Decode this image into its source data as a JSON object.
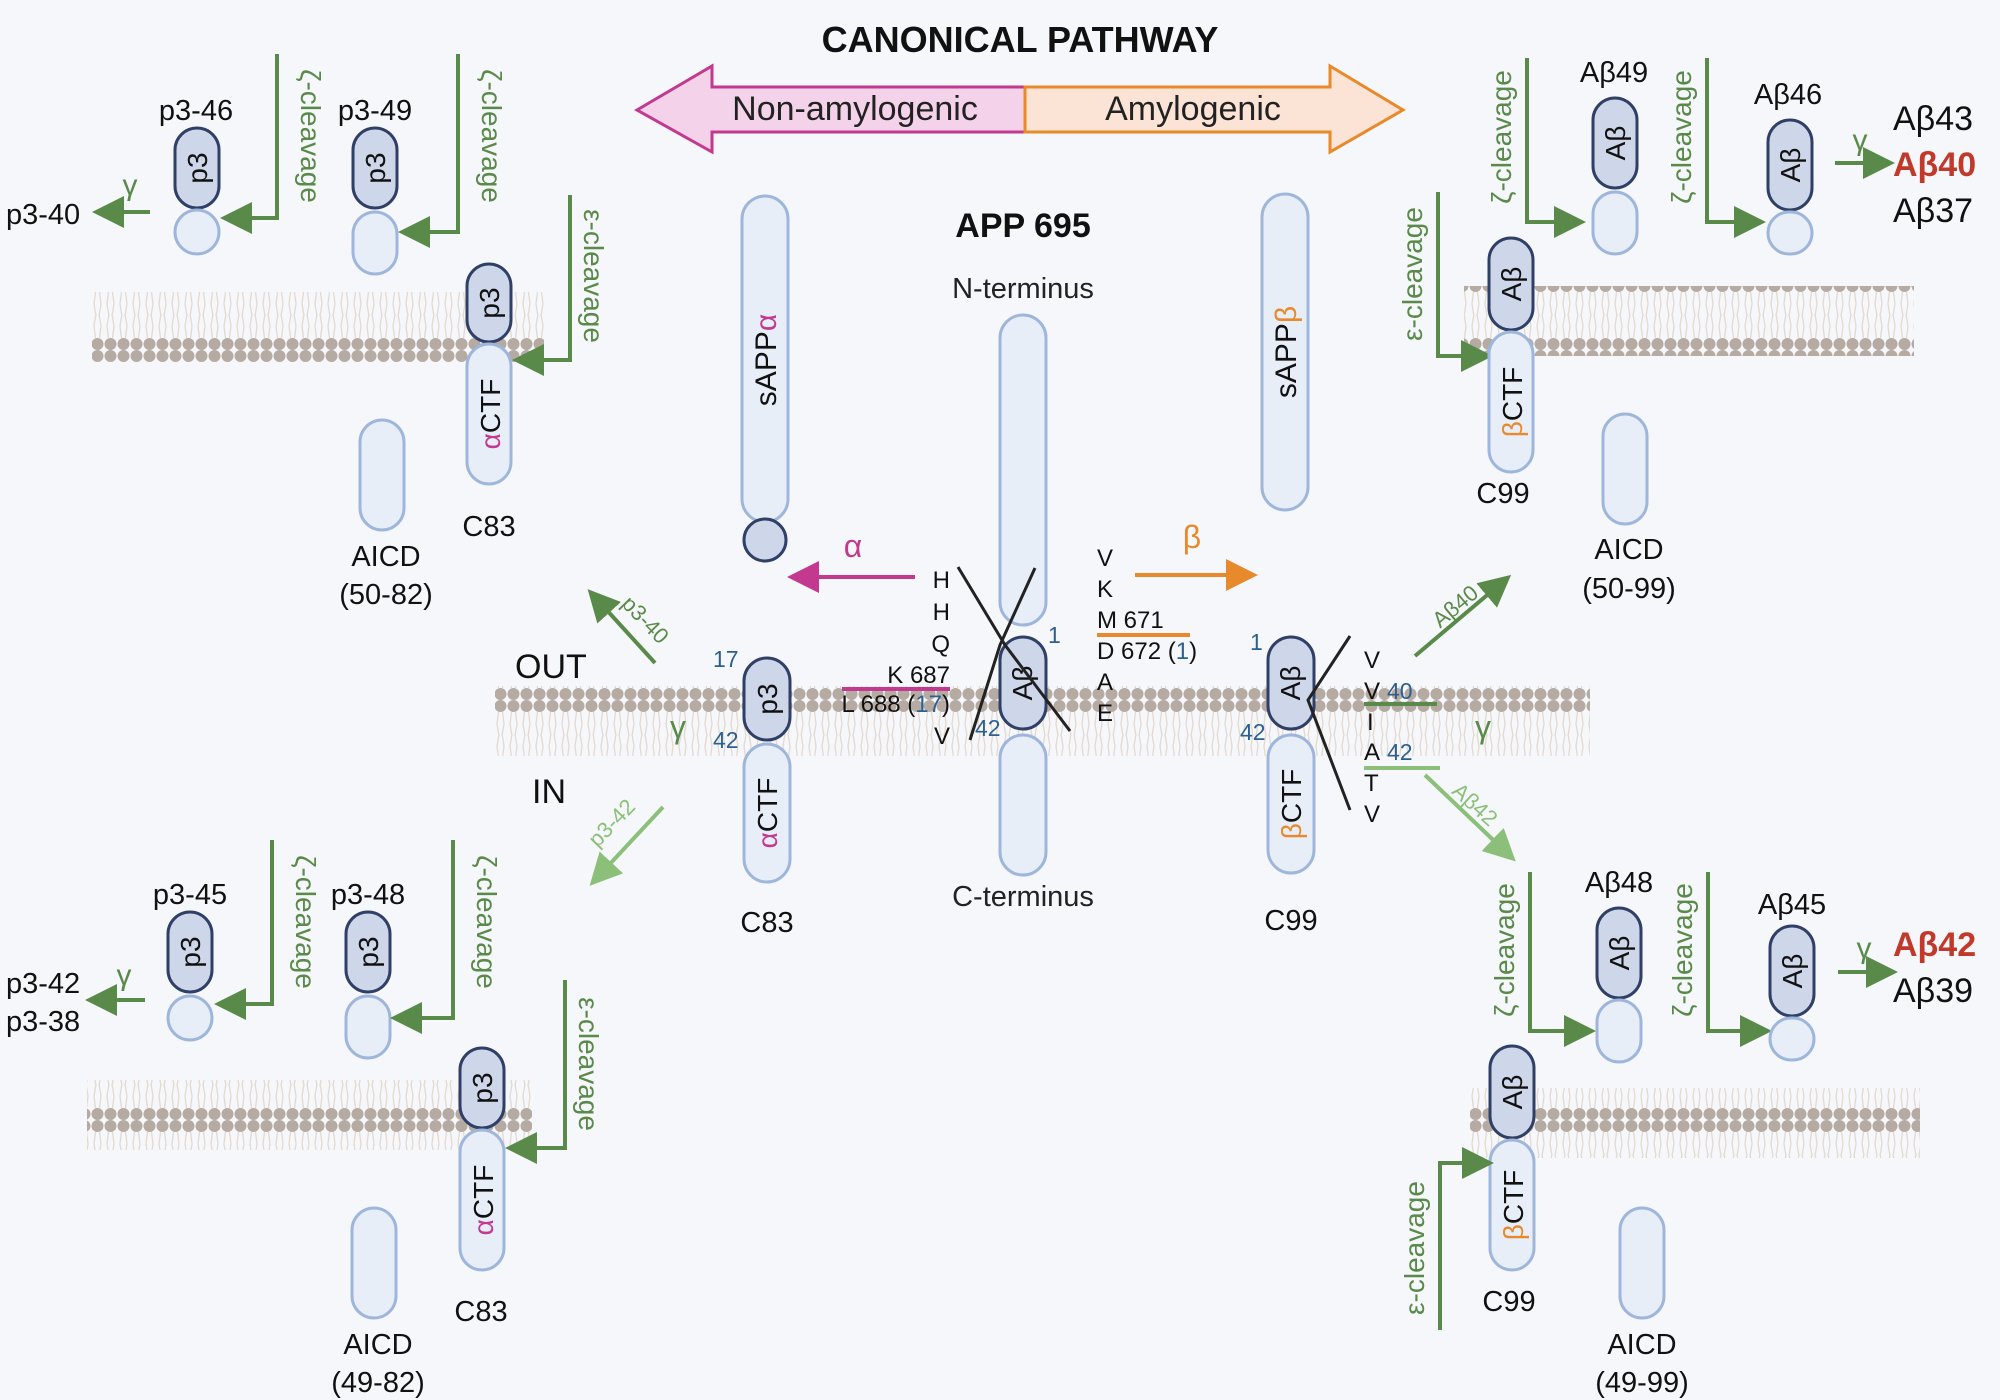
{
  "title": "CANONICAL PATHWAY",
  "arrow": {
    "left": "Non-amylogenic",
    "right": "Amylogenic"
  },
  "center": {
    "app_label": "APP 695",
    "n_terminus": "N-terminus",
    "c_terminus": "C-terminus",
    "abeta": "Aβ",
    "num_1": "1",
    "num_42": "42",
    "out": "OUT",
    "in": "IN"
  },
  "alpha": {
    "symbol": "α",
    "sapp_main": "sAPP",
    "sapp_greek": "α",
    "residues": [
      "H",
      "H",
      "Q"
    ],
    "k687": "K 687",
    "l688_prefix": "L 688 (",
    "l688_num": "17",
    "l688_suffix": ")",
    "v": "V",
    "p3": "p3",
    "num_17": "17",
    "num_42": "42",
    "gamma": "γ",
    "ctf_greek": "α",
    "ctf_main": "CTF",
    "c83": "C83"
  },
  "beta": {
    "symbol": "β",
    "sapp_main": "sAPP",
    "sapp_greek": "β",
    "v": "V",
    "k": "K",
    "m671": "M 671",
    "d672_prefix": "D 672 (",
    "d672_num": "1",
    "d672_suffix": ")",
    "a": "A",
    "e": "E",
    "abeta": "Aβ",
    "num_1": "1",
    "num_42": "42",
    "ctf_greek": "β",
    "ctf_main": "CTF",
    "c99": "C99",
    "tm_residues": [
      "V",
      "V",
      "I",
      "A",
      "T",
      "V"
    ],
    "num_40": "40",
    "num_42b": "42",
    "gamma": "γ"
  },
  "diagonal_labels": {
    "p3_40": "p3-40",
    "p3_42": "p3-42",
    "ab40": "Aβ40",
    "ab42": "Aβ42"
  },
  "top_left": {
    "p3_46": "p3-46",
    "p3_49": "p3-49",
    "p3": "p3",
    "zeta": "ζ-cleavage",
    "epsilon": "ε-cleavage",
    "gamma": "γ",
    "product": "p3-40",
    "ctf_greek": "α",
    "ctf_main": "CTF",
    "c83": "C83",
    "aicd": "AICD",
    "aicd_range": "(50-82)"
  },
  "bottom_left": {
    "p3_45": "p3-45",
    "p3_48": "p3-48",
    "p3": "p3",
    "zeta": "ζ-cleavage",
    "epsilon": "ε-cleavage",
    "gamma": "γ",
    "product1": "p3-42",
    "product2": "p3-38",
    "ctf_greek": "α",
    "ctf_main": "CTF",
    "c83": "C83",
    "aicd": "AICD",
    "aicd_range": "(49-82)"
  },
  "top_right": {
    "ab49": "Aβ49",
    "ab46": "Aβ46",
    "abeta": "Aβ",
    "zeta": "ζ-cleavage",
    "epsilon": "ε-cleavage",
    "gamma": "γ",
    "products": [
      "Aβ43",
      "Aβ40",
      "Aβ37"
    ],
    "ctf_greek": "β",
    "ctf_main": "CTF",
    "c99": "C99",
    "aicd": "AICD",
    "aicd_range": "(50-99)"
  },
  "bottom_right": {
    "ab48": "Aβ48",
    "ab45": "Aβ45",
    "abeta": "Aβ",
    "zeta": "ζ-cleavage",
    "epsilon": "ε-cleavage",
    "gamma": "γ",
    "products": [
      "Aβ42",
      "Aβ39"
    ],
    "ctf_greek": "β",
    "ctf_main": "CTF",
    "c99": "C99",
    "aicd": "AICD",
    "aicd_range": "(49-99)"
  },
  "colors": {
    "alpha": "#c2398f",
    "beta": "#e8892b",
    "green": "#5a8a4a",
    "light_green": "#8cc07a",
    "blue_num": "#2f5f8f",
    "red": "#c0392b",
    "lipid": "#b5aba2",
    "pill_fill": "#e8eef8",
    "pill_stroke": "#9fb6dc",
    "dark_fill": "#ced6ea",
    "dark_stroke": "#2f3f66"
  }
}
